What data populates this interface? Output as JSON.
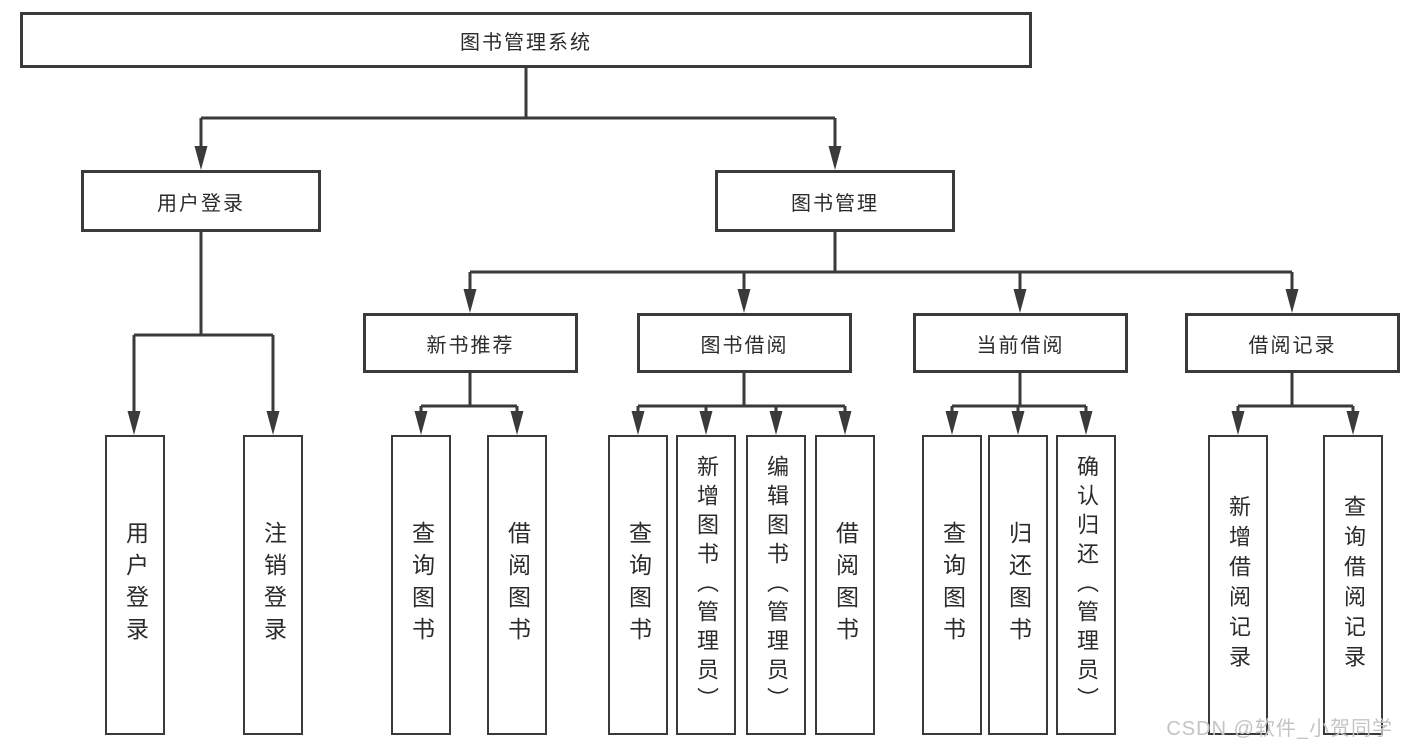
{
  "diagram": {
    "root_label": "图书管理系统",
    "level2": [
      {
        "label": "用户登录",
        "children": [
          {
            "label": "用户登录"
          },
          {
            "label": "注销登录"
          }
        ]
      },
      {
        "label": "图书管理",
        "sections": [
          {
            "label": "新书推荐",
            "children": [
              {
                "label": "查询图书"
              },
              {
                "label": "借阅图书"
              }
            ]
          },
          {
            "label": "图书借阅",
            "children": [
              {
                "label": "查询图书"
              },
              {
                "label": "新增图书（管理员）"
              },
              {
                "label": "编辑图书（管理员）"
              },
              {
                "label": "借阅图书"
              }
            ]
          },
          {
            "label": "当前借阅",
            "children": [
              {
                "label": "查询图书"
              },
              {
                "label": "归还图书"
              },
              {
                "label": "确认归还（管理员）"
              }
            ]
          },
          {
            "label": "借阅记录",
            "children": [
              {
                "label": "新增借阅记录"
              },
              {
                "label": "查询借阅记录"
              }
            ]
          }
        ]
      }
    ],
    "colors": {
      "line": "#3a3a3a",
      "box_border": "#3a3a3a",
      "box_fill": "#ffffff",
      "text": "#2b2b2b",
      "watermark": "#c4c4c4",
      "background": "#ffffff"
    }
  },
  "watermark": {
    "text": "CSDN @软件_小贺同学"
  }
}
